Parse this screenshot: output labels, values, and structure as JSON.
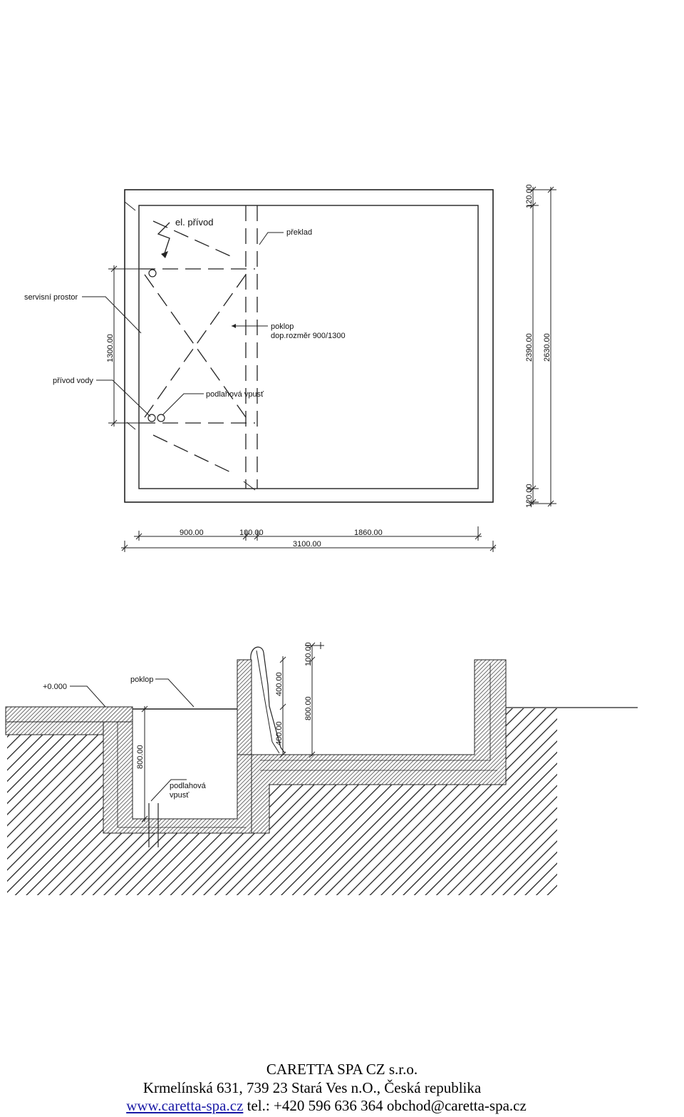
{
  "plan": {
    "labels": {
      "el_privod": "el. přívod",
      "preklad": "překlad",
      "servisni_prostor": "servisní prostor",
      "poklop": "poklop",
      "poklop_rozmer": "dop.rozměr 900/1300",
      "privod_vody": "přívod vody",
      "podlahova_vpust": "podlahová vpusť"
    },
    "dimensions": {
      "d900": "900.00",
      "d100": "100.00",
      "d1860": "1860.00",
      "d3100": "3100.00",
      "d1300": "1300.00",
      "d120_top": "120.00",
      "d2390": "2390.00",
      "d2630": "2630.00",
      "d120_bottom": "120.00"
    }
  },
  "section": {
    "labels": {
      "level": "+0.000",
      "poklop": "poklop",
      "vpust_line1": "podlahová",
      "vpust_line2": "vpusť"
    },
    "dimensions": {
      "d800_left": "800.00",
      "d400_upper": "400.00",
      "d400_lower": "400.00",
      "d100": "100.00",
      "d800_right": "800.00"
    }
  },
  "footer": {
    "company": "CARETTA SPA CZ s.r.o.",
    "address": "Krmelínská 631, 739 23 Stará Ves n.O., Česká republika",
    "website": "www.caretta-spa.cz",
    "contact": " tel.: +420 596 636 364 obchod@caretta-spa.cz"
  }
}
